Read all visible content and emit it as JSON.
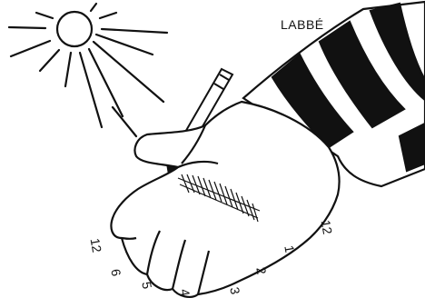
{
  "signature": "LABBÉ",
  "hour_marks": [
    "12",
    "6",
    "5",
    "4",
    "3",
    "2",
    "1",
    "12"
  ],
  "colors": {
    "ink": "#111111",
    "paper": "#ffffff"
  }
}
